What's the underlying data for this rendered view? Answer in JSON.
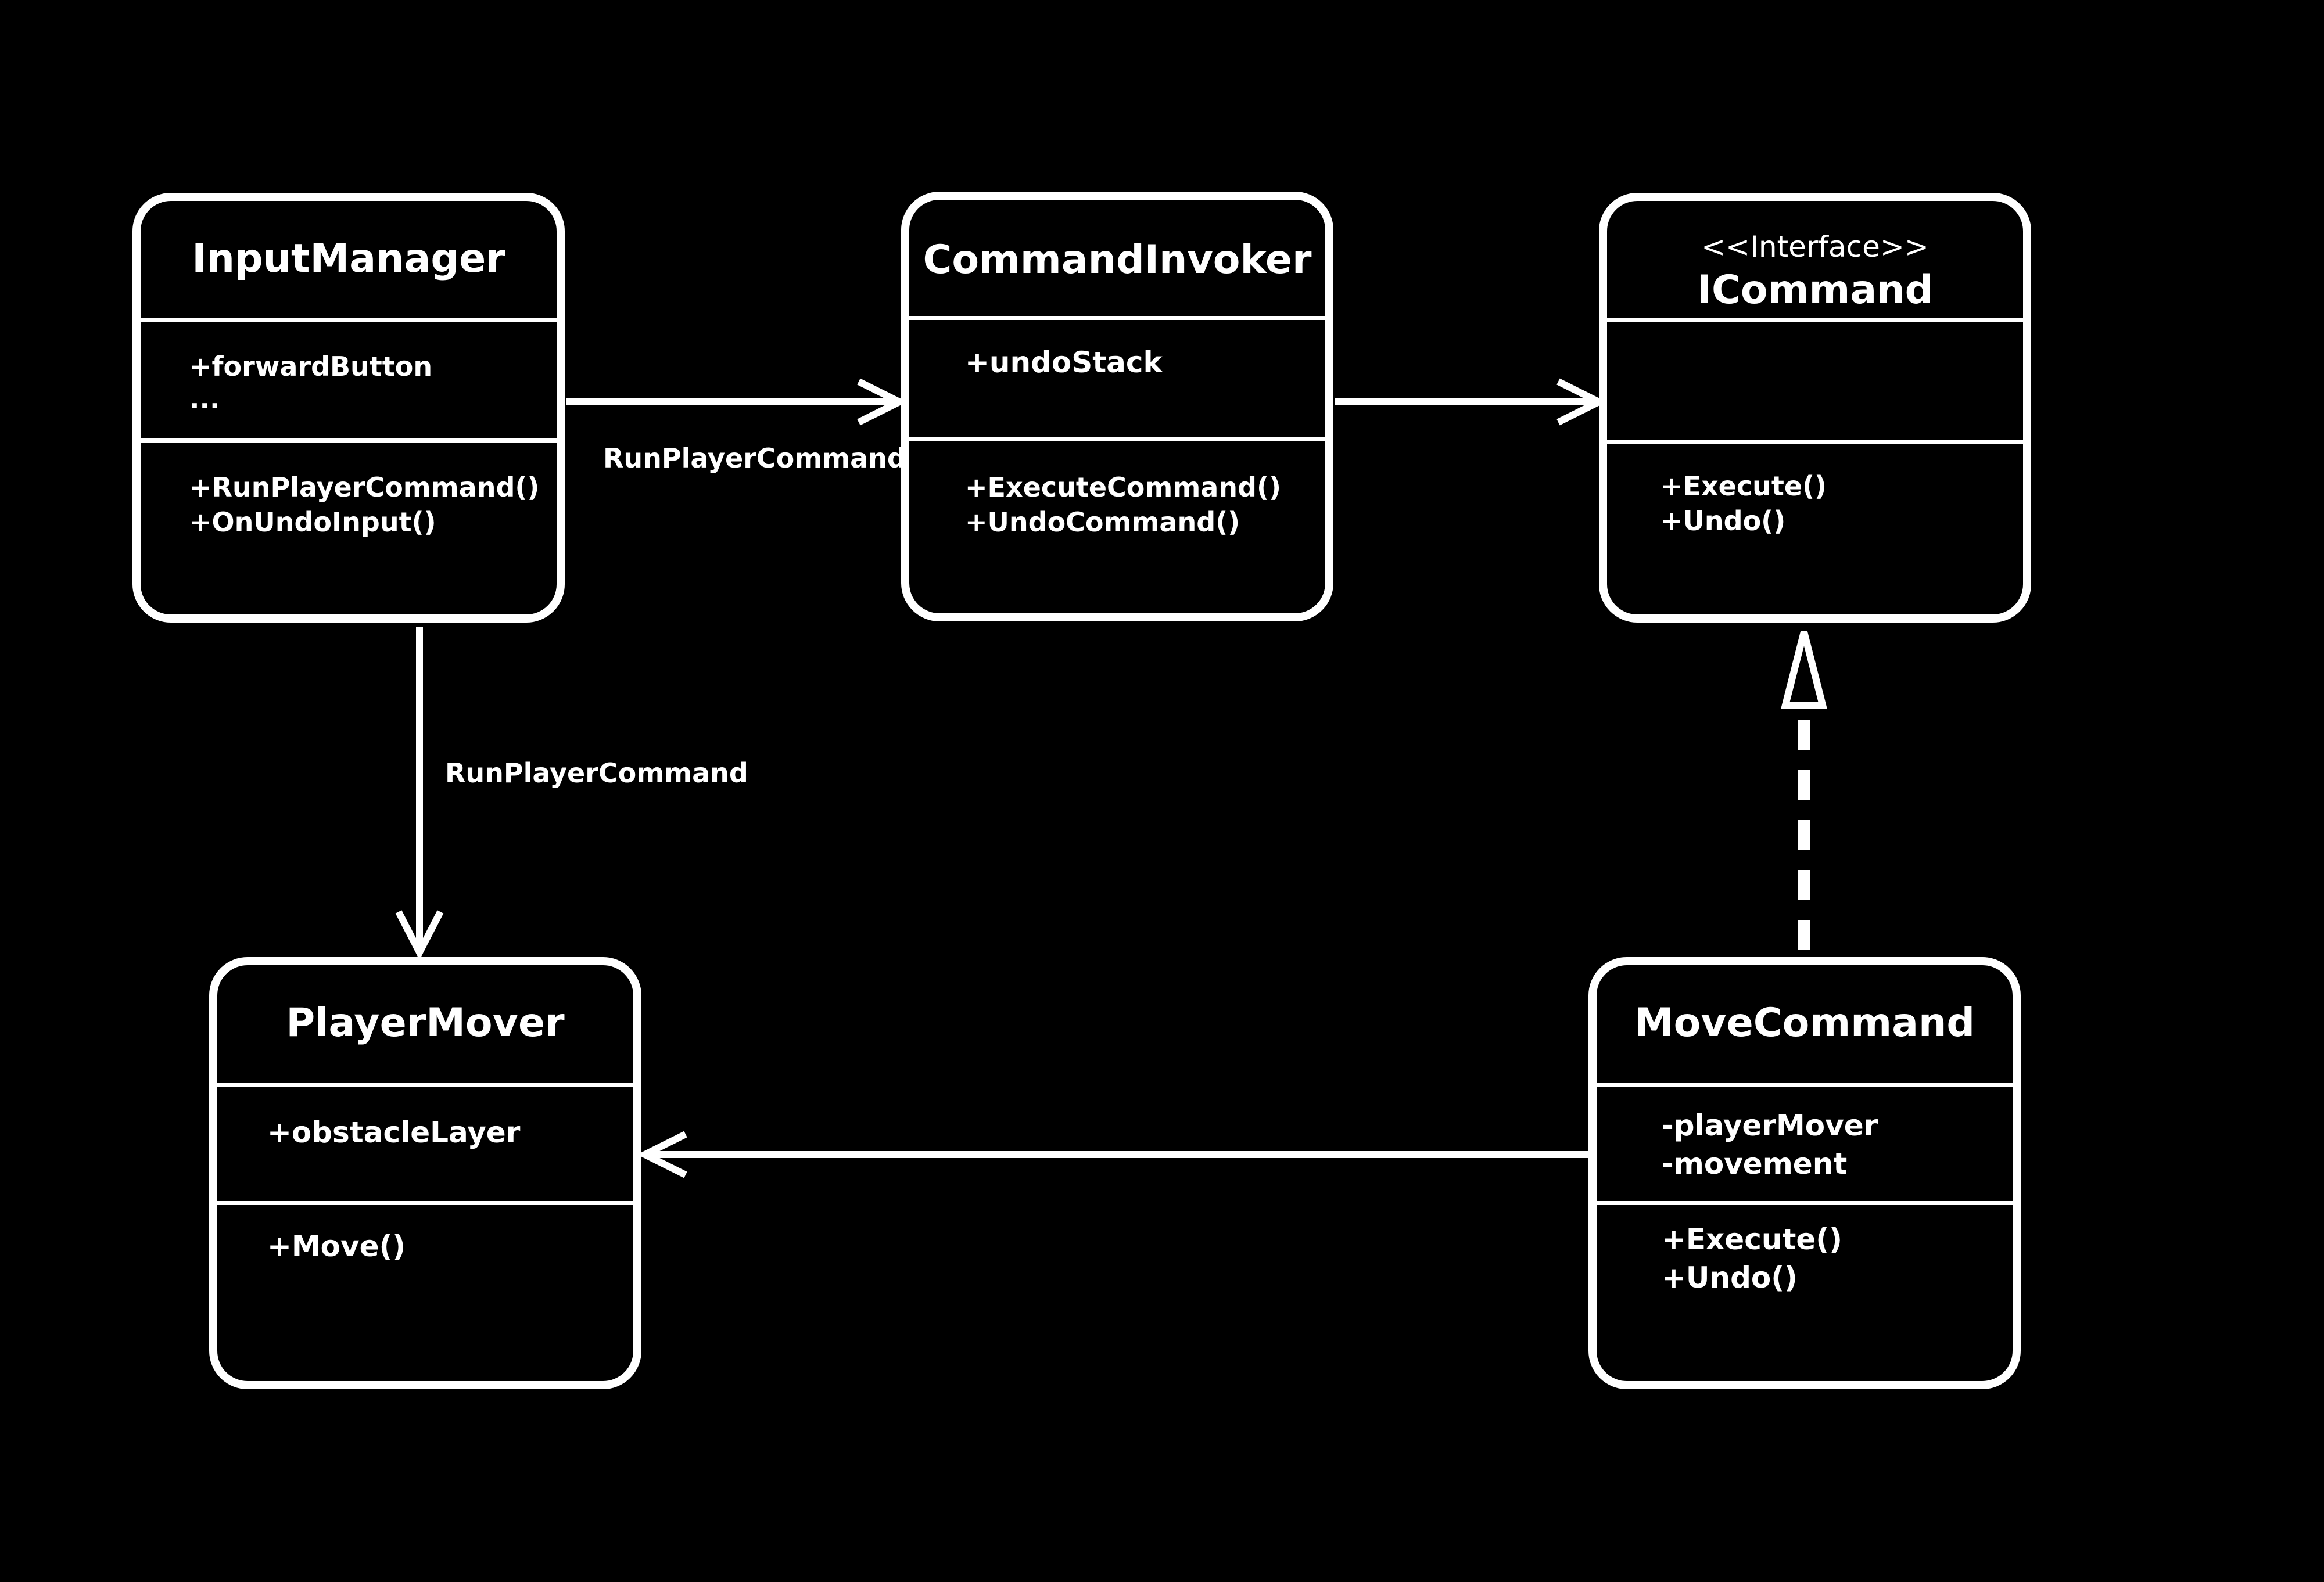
{
  "colors": {
    "background": "#000000",
    "foreground": "#ffffff"
  },
  "classes": {
    "input_manager": {
      "name": "InputManager",
      "attributes": [
        "+forwardButton",
        "..."
      ],
      "methods": [
        "+RunPlayerCommand()",
        "+OnUndoInput()"
      ]
    },
    "command_invoker": {
      "name": "CommandInvoker",
      "attributes": [
        "+undoStack"
      ],
      "methods": [
        "+ExecuteCommand()",
        "+UndoCommand()"
      ]
    },
    "icommand": {
      "stereotype": "<<Interface>>",
      "name": "ICommand",
      "attributes": [],
      "methods": [
        "+Execute()",
        "+Undo()"
      ]
    },
    "player_mover": {
      "name": "PlayerMover",
      "attributes": [
        "+obstacleLayer"
      ],
      "methods": [
        "+Move()"
      ]
    },
    "move_command": {
      "name": "MoveCommand",
      "attributes": [
        "-playerMover",
        "-movement"
      ],
      "methods": [
        "+Execute()",
        "+Undo()"
      ]
    }
  },
  "relations": [
    {
      "from": "InputManager",
      "to": "CommandInvoker",
      "type": "association",
      "label": "RunPlayerCommand"
    },
    {
      "from": "InputManager",
      "to": "PlayerMover",
      "type": "association",
      "label": "RunPlayerCommand"
    },
    {
      "from": "CommandInvoker",
      "to": "ICommand",
      "type": "association",
      "label": ""
    },
    {
      "from": "MoveCommand",
      "to": "ICommand",
      "type": "realization",
      "label": ""
    },
    {
      "from": "MoveCommand",
      "to": "PlayerMover",
      "type": "association",
      "label": ""
    }
  ]
}
